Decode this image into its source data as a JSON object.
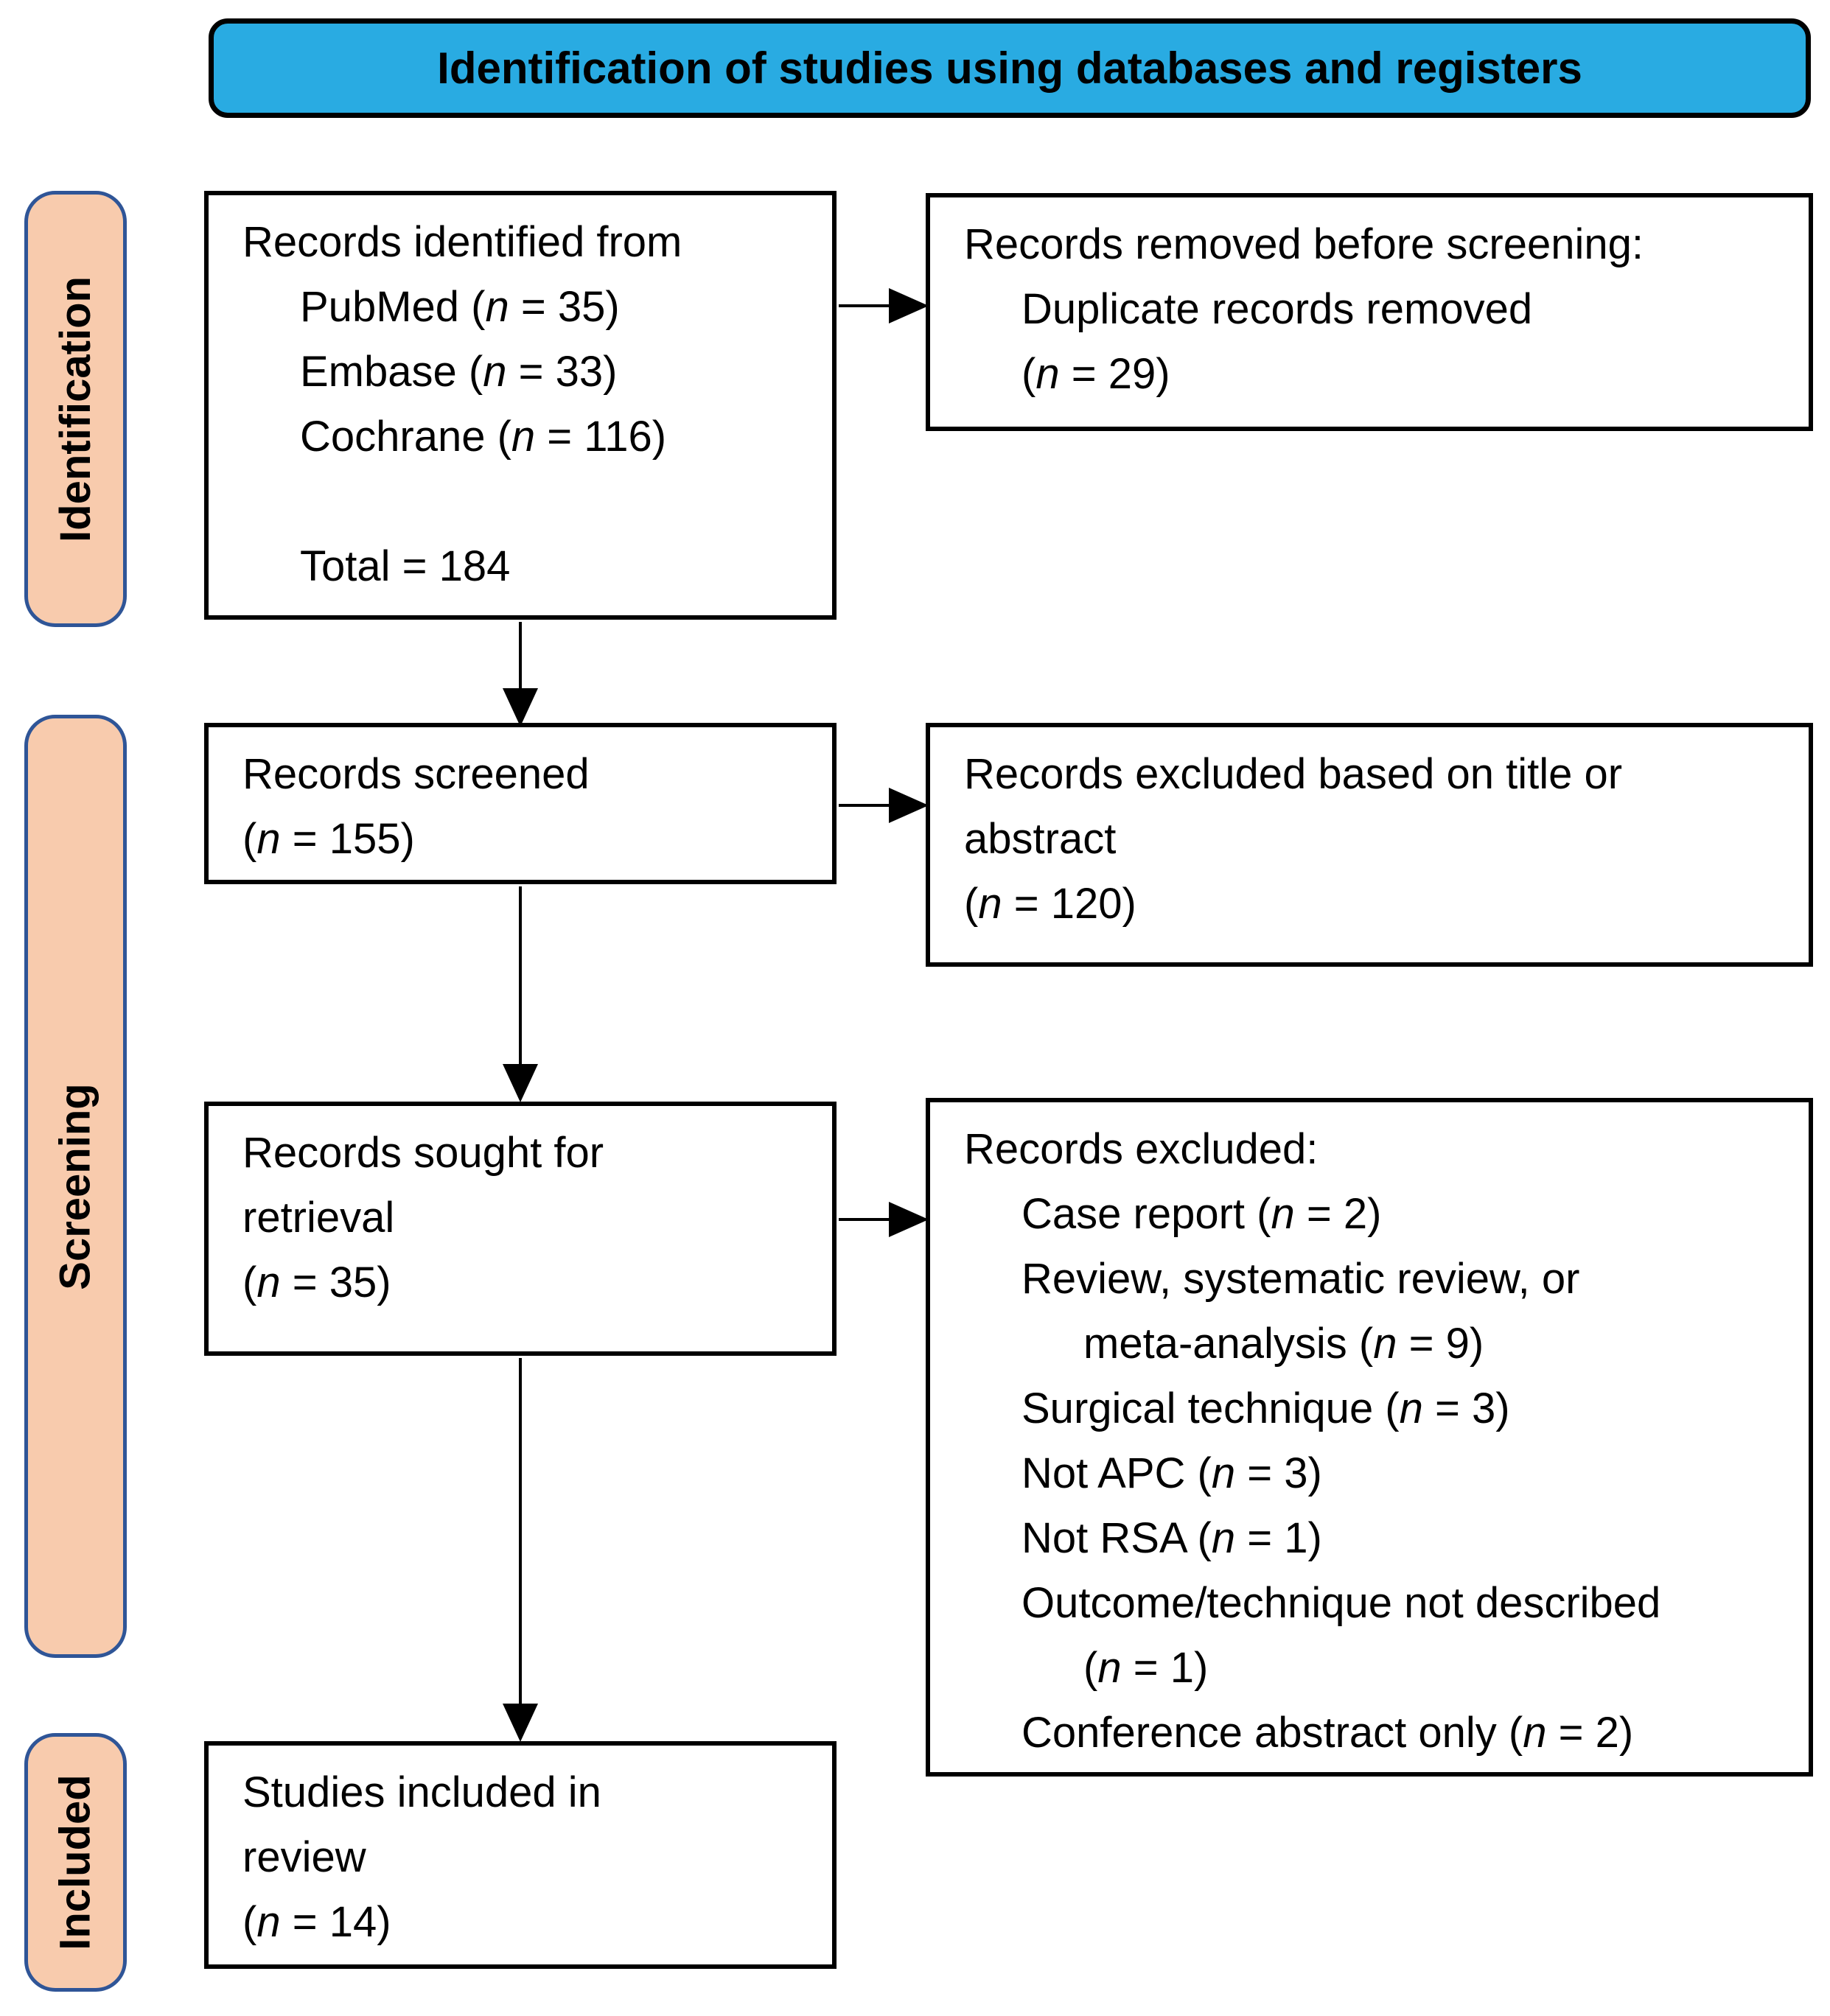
{
  "title": "Identification of studies using databases and registers",
  "colors": {
    "title_bg": "#29ABE2",
    "stage_bg": "#F8CBAD",
    "stage_border": "#2F5597"
  },
  "stages": {
    "identification": "Identification",
    "screening": "Screening",
    "included": "Included"
  },
  "boxes": {
    "records_identified": {
      "lines": [
        {
          "t": "Records identified from",
          "ind": 0
        },
        {
          "t": "PubMed (*n* = 35)",
          "ind": 1
        },
        {
          "t": "Embase (*n* = 33)",
          "ind": 1
        },
        {
          "t": "Cochrane (*n* = 116)",
          "ind": 1
        },
        {
          "t": "",
          "ind": 0
        },
        {
          "t": "Total = 184",
          "ind": 1
        }
      ]
    },
    "records_removed": {
      "lines": [
        {
          "t": "Records removed before screening:",
          "ind": 0
        },
        {
          "t": "Duplicate records removed",
          "ind": 1
        },
        {
          "t": "(*n* = 29)",
          "ind": 1
        }
      ]
    },
    "records_screened": {
      "lines": [
        {
          "t": "Records screened",
          "ind": 0
        },
        {
          "t": "(*n* = 155)",
          "ind": 0
        }
      ]
    },
    "records_excluded_title_abstract": {
      "lines": [
        {
          "t": "Records excluded based on title or",
          "ind": 0
        },
        {
          "t": "abstract",
          "ind": 0
        },
        {
          "t": "(*n* = 120)",
          "ind": 0
        }
      ]
    },
    "records_sought": {
      "lines": [
        {
          "t": "Records sought for",
          "ind": 0
        },
        {
          "t": "retrieval",
          "ind": 0
        },
        {
          "t": "(*n* = 35)",
          "ind": 0
        }
      ]
    },
    "records_excluded_full": {
      "lines": [
        {
          "t": "Records excluded:",
          "ind": 0
        },
        {
          "t": "Case report (*n* = 2)",
          "ind": 1
        },
        {
          "t": "Review, systematic review, or",
          "ind": 1
        },
        {
          "t": "meta-analysis (*n* = 9)",
          "ind": 2
        },
        {
          "t": "Surgical technique (*n* = 3)",
          "ind": 1
        },
        {
          "t": "Not APC (*n* = 3)",
          "ind": 1
        },
        {
          "t": "Not RSA (*n* = 1)",
          "ind": 1
        },
        {
          "t": "Outcome/technique not described",
          "ind": 1
        },
        {
          "t": "(*n* = 1)",
          "ind": 2
        },
        {
          "t": "Conference abstract only (*n* = 2)",
          "ind": 1
        }
      ]
    },
    "studies_included": {
      "lines": [
        {
          "t": "Studies included in",
          "ind": 0
        },
        {
          "t": "review",
          "ind": 0
        },
        {
          "t": "(*n* = 14)",
          "ind": 0
        }
      ]
    }
  }
}
